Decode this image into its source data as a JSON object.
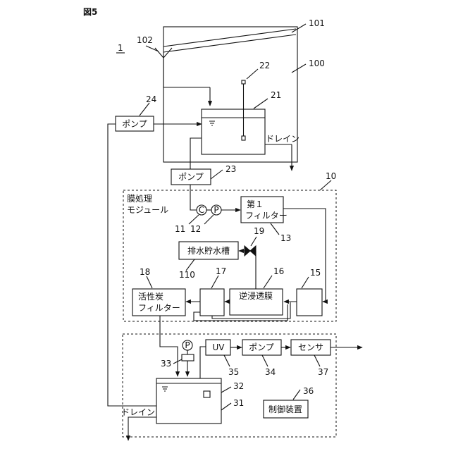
{
  "figure_label": "図5",
  "system_ref": "1",
  "unit_100": {
    "ref": "100",
    "roof_ref": "101",
    "funnel_ref": "102",
    "tank_ref": "21",
    "sensor_ref": "22",
    "drain": "ドレイン"
  },
  "pump_top": {
    "label": "ポンプ",
    "ref": "24"
  },
  "pump_mid": {
    "label": "ポンプ",
    "ref": "23"
  },
  "module": {
    "ref": "10",
    "title_line1": "膜処理",
    "title_line2": "モジュール",
    "c_symbol": "C",
    "c_ref": "11",
    "p_symbol": "P",
    "p_ref": "12",
    "filter1_line1": "第１",
    "filter1_line2": "フィルター",
    "filter1_ref": "13",
    "valve_ref": "19",
    "waste_tank": "排水貯水槽",
    "waste_ref": "110",
    "ro_label": "逆浸透膜",
    "ro_ref": "16",
    "box15_ref": "15",
    "box17_ref": "17",
    "carbon_line1": "活性炭",
    "carbon_line2": "フィルター",
    "carbon_ref": "18"
  },
  "unit_30": {
    "p_symbol": "P",
    "p_ref": "33",
    "uv": "UV",
    "uv_ref": "35",
    "pump": "ポンプ",
    "pump_ref": "34",
    "sensor": "センサ",
    "sensor_ref": "37",
    "tank_ref": "31",
    "level_sensor_ref": "32",
    "controller": "制御装置",
    "controller_ref": "36",
    "drain": "ドレイン"
  }
}
